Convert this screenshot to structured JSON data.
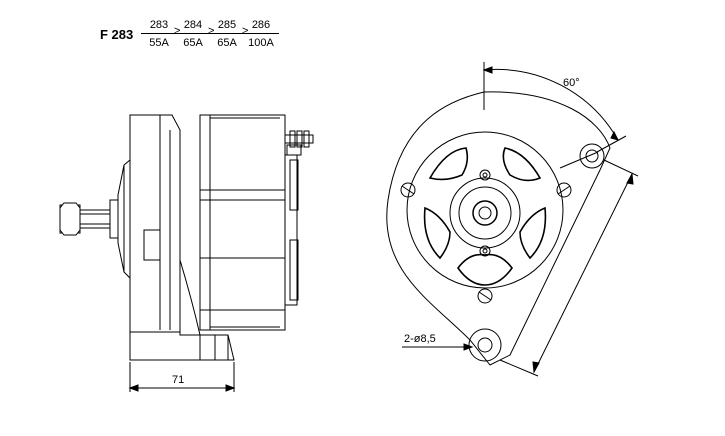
{
  "header": {
    "model": "F 283",
    "variants": [
      {
        "code": "283",
        "current": "55A"
      },
      {
        "code": "284",
        "current": "65A"
      },
      {
        "code": "285",
        "current": "65A"
      },
      {
        "code": "286",
        "current": "100A"
      }
    ],
    "separator": ">"
  },
  "dimensions": {
    "side_width": "71",
    "angle": "60°",
    "holes": "2-ø8,5"
  }
}
